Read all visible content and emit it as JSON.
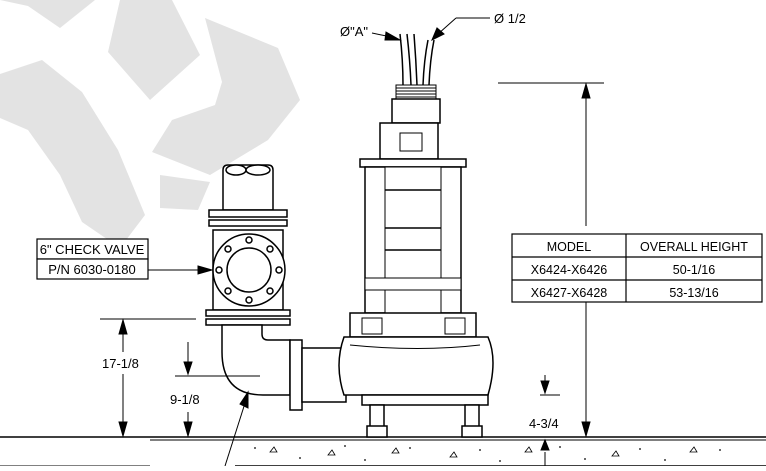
{
  "watermark": {
    "text": "OBS",
    "color": "#e3e3e3"
  },
  "labels": {
    "cable_dia_a": "Ø\"A\"",
    "cable_dia_half": "Ø 1/2",
    "dim_17": "17-1/8",
    "dim_9": "9-1/8",
    "dim_4": "4-3/4"
  },
  "check_valve": {
    "line1": "6\" CHECK VALVE",
    "line2": "P/N 6030-0180"
  },
  "height_table": {
    "headers": [
      "MODEL",
      "OVERALL HEIGHT"
    ],
    "rows": [
      [
        "X6424-X6426",
        "50-1/16"
      ],
      [
        "X6427-X6428",
        "53-13/16"
      ]
    ]
  },
  "colors": {
    "line": "#000000",
    "watermark": "#e3e3e3"
  }
}
